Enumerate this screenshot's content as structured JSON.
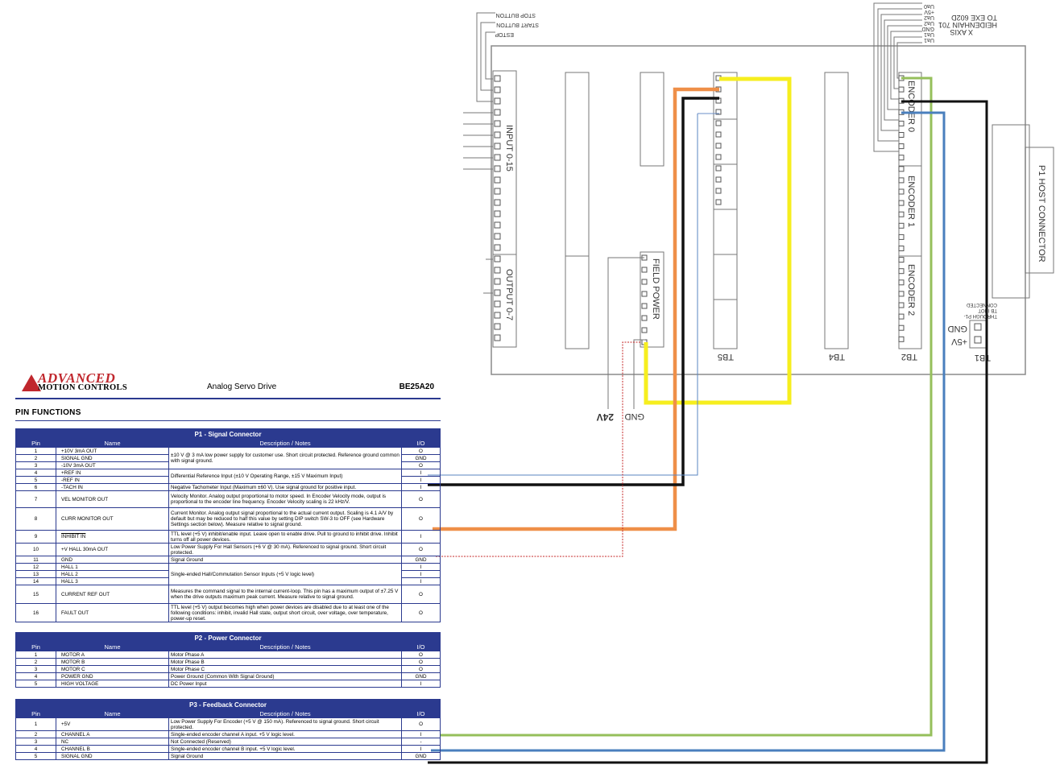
{
  "board": {
    "labels": {
      "stop": "STOP BUTTON",
      "start": "START BUTTON",
      "estop": "ESTOP",
      "input": "INPUT 0-15",
      "output": "OUTPUT 0-7",
      "field_power": "FIELD POWER",
      "tb5": "TB5",
      "tb4": "TB4",
      "tb2": "TB2",
      "tb1": "TB1",
      "enc0": "ENCODER 0",
      "enc1": "ENCODER 1",
      "enc2": "ENCODER 2",
      "p1_host": "P1 HOST CONNECTOR",
      "heidenhain_1": "HEIDENHAIN 701",
      "heidenhain_2": "TO EXE 602D",
      "heidenhain_3": "X AXIS",
      "ua0n": "Ua0",
      "p5v": "+5V",
      "ua2n": "Ua2",
      "ua2": "Ua2",
      "gnd": "GND",
      "ua1n": "Ua1",
      "ua1": "Ua1",
      "gnd_tb1": "GND",
      "p5v_tb1": "+5V",
      "through": "THROUGH P1-",
      "connected": "CONNECTED",
      "tb1_note": "TB INOT",
      "v24": "24V",
      "gnd_supply": "GND"
    }
  },
  "wire_colors": {
    "yellow": "#f6ee1e",
    "orange": "#ef8f48",
    "black": "#111111",
    "green": "#95bf5b",
    "blue": "#4a7fbd",
    "red_dashed": "#c62828",
    "thin_blue": "#5a86c2"
  },
  "document": {
    "brand_line1": "ADVANCED",
    "brand_line2": "MOTION CONTROLS",
    "subtitle": "Analog Servo Drive",
    "model": "BE25A20",
    "section_title": "PIN FUNCTIONS",
    "col_pin": "Pin",
    "col_name": "Name",
    "col_desc": "Description / Notes",
    "col_io": "I/O",
    "p1": {
      "title": "P1 - Signal Connector",
      "rows": [
        {
          "pin": "1",
          "name": "+10V 3mA OUT",
          "io": "O"
        },
        {
          "pin": "2",
          "name": "SIGNAL GND",
          "io": "GND"
        },
        {
          "pin": "3",
          "name": "-10V 3mA OUT",
          "io": "O"
        },
        {
          "pin": "4",
          "name": "+REF IN",
          "io": "I"
        },
        {
          "pin": "5",
          "name": "-REF IN",
          "io": "I"
        },
        {
          "pin": "6",
          "name": "-TACH IN",
          "io": "I"
        },
        {
          "pin": "7",
          "name": "VEL MONITOR OUT",
          "io": "O"
        },
        {
          "pin": "8",
          "name": "CURR MONITOR OUT",
          "io": "O"
        },
        {
          "pin": "9",
          "name": "INHIBIT IN",
          "io": "I"
        },
        {
          "pin": "10",
          "name": "+V HALL 30mA OUT",
          "io": "O"
        },
        {
          "pin": "11",
          "name": "GND",
          "io": "GND"
        },
        {
          "pin": "12",
          "name": "HALL 1",
          "io": "I"
        },
        {
          "pin": "13",
          "name": "HALL 2",
          "io": "I"
        },
        {
          "pin": "14",
          "name": "HALL 3",
          "io": "I"
        },
        {
          "pin": "15",
          "name": "CURRENT REF OUT",
          "io": "O"
        },
        {
          "pin": "16",
          "name": "FAULT OUT",
          "io": "O"
        }
      ],
      "desc": {
        "d1": "±10 V @ 3 mA low power supply for customer use.  Short circuit protected.  Reference ground common with signal ground.",
        "d4": "Differential Reference Input (±10 V Operating Range, ±15 V Maximum Input)",
        "d6": "Negative Tachometer Input (Maximum ±60 V).  Use signal ground for positive input.",
        "d7": "Velocity Monitor.  Analog output proportional to motor speed.  In Encoder Velocity mode, output is proportional to the encoder line frequency. Encoder Velocity scaling is 22 kHz/V.",
        "d8": "Current Monitor.  Analog output signal proportional to the actual current output. Scaling is 4.1 A/V by default but may be reduced to half this value by setting DIP switch SW-3 to OFF (see Hardware Settings section below). Measure relative to signal ground.",
        "d9": "TTL level (+5 V) inhibit/enable input.  Leave open to enable drive.  Pull to ground to inhibit drive.  Inhibit turns off all power devices.",
        "d10": "Low Power Supply For Hall Sensors (+6 V @ 30 mA).  Referenced to signal ground.  Short circuit protected.",
        "d11": "Signal Ground",
        "d12": "Single-ended Hall/Commutation Sensor Inputs (+5 V logic level)",
        "d15": "Measures the command signal to the internal current-loop.  This pin has a maximum output of ±7.25 V when the drive outputs maximum peak current.  Measure relative to signal ground.",
        "d16": "TTL level (+5 V) output becomes high when power devices are disabled due to at least one of the following conditions: inhibit, invalid Hall state, output short circuit, over voltage, over temperature, power-up reset."
      }
    },
    "p2": {
      "title": "P2 - Power Connector",
      "rows": [
        {
          "pin": "1",
          "name": "MOTOR A",
          "desc": "Motor Phase A",
          "io": "O"
        },
        {
          "pin": "2",
          "name": "MOTOR B",
          "desc": "Motor Phase B",
          "io": "O"
        },
        {
          "pin": "3",
          "name": "MOTOR C",
          "desc": "Motor Phase C",
          "io": "O"
        },
        {
          "pin": "4",
          "name": "POWER GND",
          "desc": "Power Ground (Common With Signal Ground)",
          "io": "GND"
        },
        {
          "pin": "5",
          "name": "HIGH VOLTAGE",
          "desc": "DC Power Input",
          "io": "I"
        }
      ]
    },
    "p3": {
      "title": "P3 - Feedback Connector",
      "rows": [
        {
          "pin": "1",
          "name": "+5V",
          "desc": "Low Power Supply For Encoder (+5 V @ 150 mA).  Referenced to signal ground.  Short circuit protected.",
          "io": "O"
        },
        {
          "pin": "2",
          "name": "CHANNEL A",
          "desc": "Single-ended encoder channel A input.  +5 V logic level.",
          "io": "I"
        },
        {
          "pin": "3",
          "name": "NC",
          "desc": "Not Connected (Reserved)",
          "io": "-"
        },
        {
          "pin": "4",
          "name": "CHANNEL B",
          "desc": "Single-ended encoder channel B input.  +5 V logic level.",
          "io": "I"
        },
        {
          "pin": "5",
          "name": "SIGNAL GND",
          "desc": "Signal Ground",
          "io": "GND"
        }
      ]
    }
  }
}
